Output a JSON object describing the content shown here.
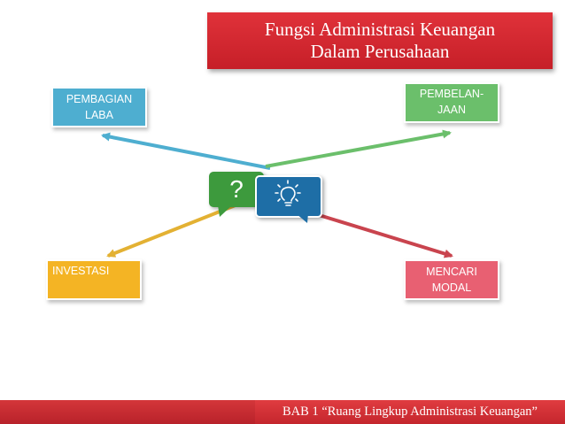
{
  "title": {
    "line1": "Fungsi Administrasi Keuangan",
    "line2": "Dalam Perusahaan"
  },
  "nodes": {
    "top_left": {
      "line1": "PEMBAGIAN",
      "line2": "LABA"
    },
    "top_right": {
      "line1": "PEMBELAN-",
      "line2": "JAAN"
    },
    "bottom_left": {
      "line1": "INVESTASI"
    },
    "bottom_right": {
      "line1": "MENCARI",
      "line2": "MODAL"
    }
  },
  "center": {
    "question_mark": "?",
    "idea_icon": "lightbulb-icon"
  },
  "colors": {
    "title": "#d2262d",
    "top_left": "#4eaed0",
    "top_right": "#6bbf6b",
    "bottom_left": "#f4b424",
    "bottom_right": "#e86072",
    "question_bubble": "#3d9a3d",
    "idea_bubble": "#1e6ea6"
  },
  "footer": {
    "text": "BAB 1 “Ruang Lingkup Administrasi Keuangan”"
  }
}
